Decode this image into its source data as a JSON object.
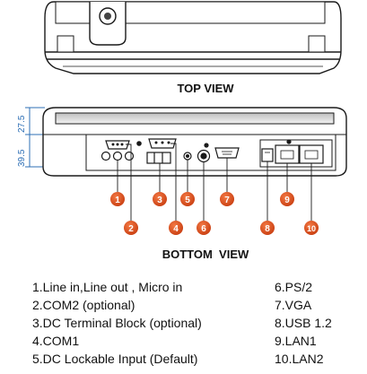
{
  "titles": {
    "top_view": "TOP VIEW",
    "bottom_view": "BOTTOM  VIEW"
  },
  "dimensions": {
    "upper": "27.5",
    "lower": "39.5"
  },
  "callouts": [
    "1",
    "2",
    "3",
    "4",
    "5",
    "6",
    "7",
    "8",
    "9",
    "10"
  ],
  "legend": {
    "left": [
      "1.Line in,Line out , Micro in",
      "2.COM2 (optional)",
      "3.DC Terminal Block (optional)",
      "4.COM1",
      "5.DC Lockable Input (Default)"
    ],
    "right": [
      "6.PS/2",
      "7.VGA",
      "8.USB 1.2",
      "9.LAN1",
      "10.LAN2"
    ]
  },
  "colors": {
    "callout": "#e8531f",
    "line": "#1a1a1a",
    "dimension": "#2d6fb5"
  }
}
